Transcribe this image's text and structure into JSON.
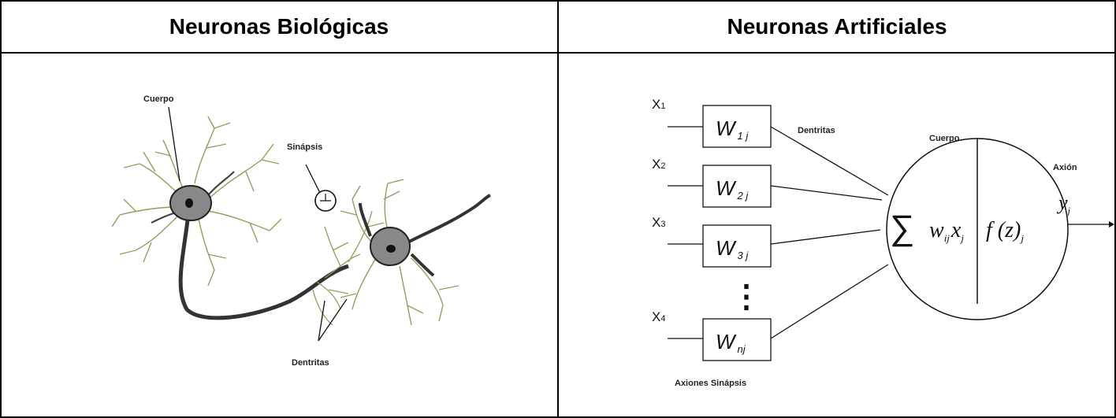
{
  "headers": {
    "left": "Neuronas Biológicas",
    "right": "Neuronas Artificiales"
  },
  "biological": {
    "cuerpo": "Cuerpo",
    "sinapsis": "Sinápsis",
    "dentritas": "Dentritas"
  },
  "artificial": {
    "inputs": [
      {
        "label": "X",
        "sub": "1",
        "weight": "W",
        "wsub": "1 j"
      },
      {
        "label": "X",
        "sub": "2",
        "weight": "W",
        "wsub": "2 j"
      },
      {
        "label": "X",
        "sub": "3",
        "weight": "W",
        "wsub": "3 j"
      },
      {
        "label": "X",
        "sub": "4",
        "weight": "W",
        "wsub": "nj"
      }
    ],
    "dentritas": "Dentritas",
    "cuerpo": "Cuerpo",
    "axion": "Axión",
    "axones_sinapsis": "Axiones Sinápsis",
    "sum_w": "w",
    "sum_w_sub": "ij",
    "sum_x": "x",
    "sum_x_sub": "j",
    "f_expr": "f (z)",
    "f_sub": "j",
    "output": "y",
    "output_sub": "j",
    "dots": "⋮"
  }
}
